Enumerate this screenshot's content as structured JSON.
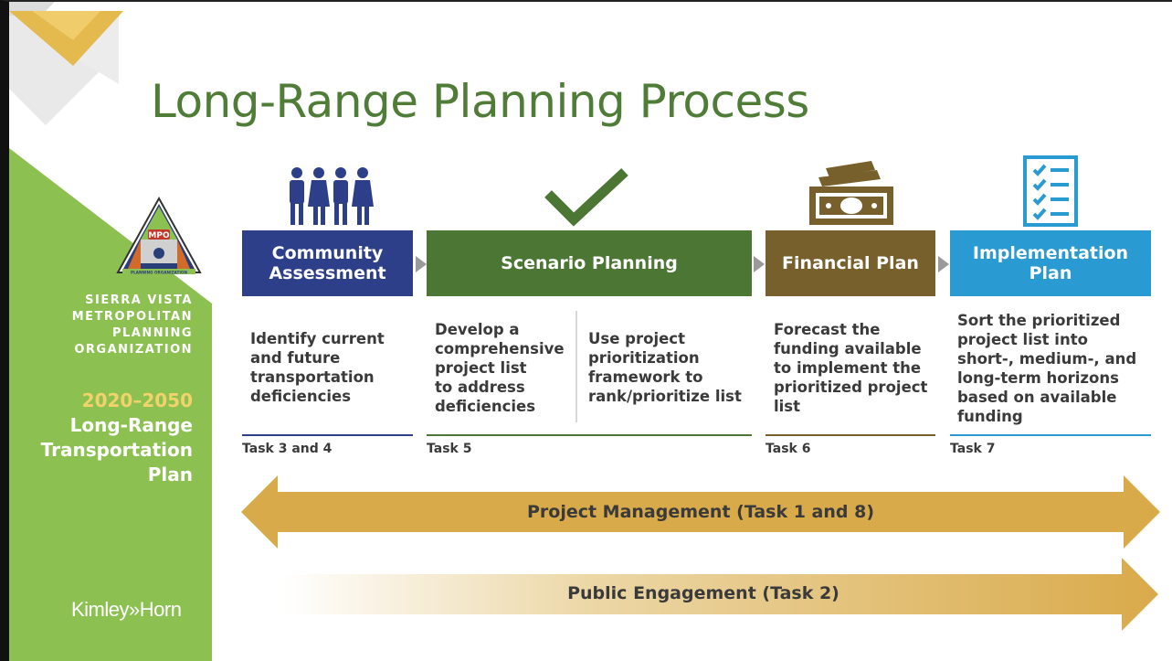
{
  "title": "Long-Range Planning Process",
  "sidebar": {
    "org_lines": [
      "SIERRA VISTA",
      "METROPOLITAN",
      "PLANNING",
      "ORGANIZATION"
    ],
    "years": "2020–2050",
    "plan_lines": [
      "Long-Range",
      "Transportation",
      "Plan"
    ],
    "firm": "Kimley»Horn",
    "logo": {
      "center": "MPO",
      "bottom": "PLANNING ORGANIZATION"
    }
  },
  "steps": [
    {
      "label_lines": [
        "Community",
        "Assessment"
      ],
      "color": "#2e3f8a",
      "icon": "people-icon",
      "desc_lines": [
        "Identify current",
        "and future",
        "transportation",
        "deficiencies"
      ],
      "task": "Task 3 and 4"
    },
    {
      "label_lines": [
        "Scenario Planning"
      ],
      "color": "#4b7634",
      "icon": "checkmark-icon",
      "desc_a_lines": [
        "Develop a",
        "comprehensive",
        "project list",
        "to address",
        "deficiencies"
      ],
      "desc_b_lines": [
        "Use project",
        "prioritization",
        "framework to",
        "rank/prioritize list"
      ],
      "task": "Task 5"
    },
    {
      "label_lines": [
        "Financial Plan"
      ],
      "color": "#77602c",
      "icon": "money-icon",
      "desc_lines": [
        "Forecast the",
        "funding available",
        "to implement the",
        "prioritized project",
        "list"
      ],
      "task": "Task 6"
    },
    {
      "label_lines": [
        "Implementation",
        "Plan"
      ],
      "color": "#2a9ad2",
      "icon": "checklist-icon",
      "desc_lines": [
        "Sort the prioritized",
        "project list into",
        "short-, medium-, and",
        "long-term horizons",
        "based on available",
        "funding"
      ],
      "task": "Task 7"
    }
  ],
  "bands": {
    "project_management": "Project Management (Task 1 and 8)",
    "public_engagement": "Public Engagement (Task 2)"
  },
  "colors": {
    "accent_gold": "#d9aa4a",
    "sidebar_green": "#8cc152",
    "title_green": "#4f7c36"
  }
}
